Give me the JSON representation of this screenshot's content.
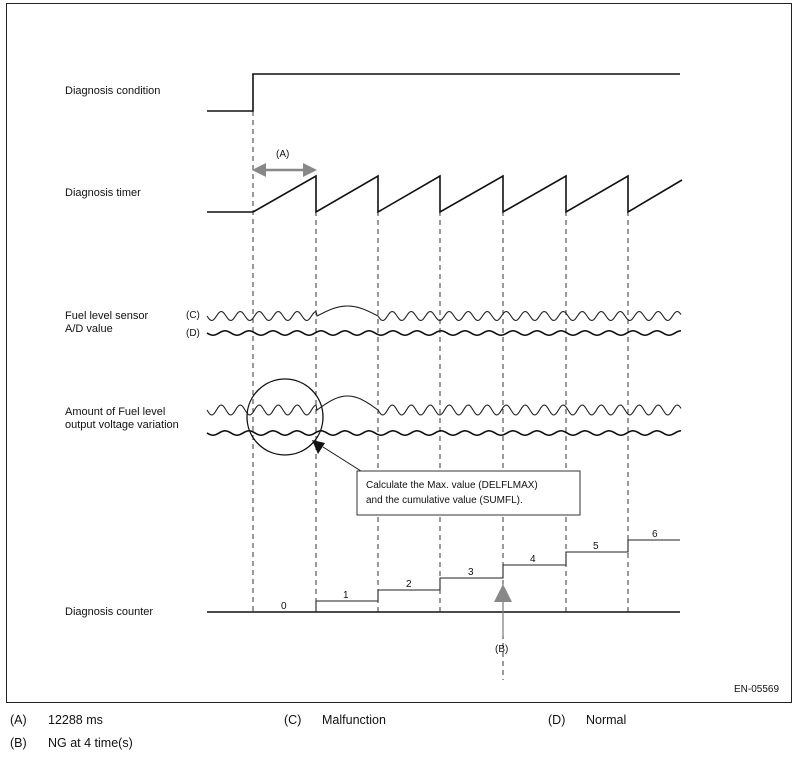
{
  "signals": {
    "diagnosis_condition": "Diagnosis condition",
    "diagnosis_timer": "Diagnosis timer",
    "fuel_sensor_line1": "Fuel level sensor",
    "fuel_sensor_line2": "A/D value",
    "variation_line1": "Amount of Fuel level",
    "variation_line2": "output voltage variation",
    "diagnosis_counter": "Diagnosis counter"
  },
  "markers": {
    "a": "(A)",
    "b": "(B)",
    "c": "(C)",
    "d": "(D)"
  },
  "callout": {
    "line1": "Calculate the Max. value (DELFLMAX)",
    "line2": "and the cumulative value (SUMFL)."
  },
  "counter_steps": [
    "0",
    "1",
    "2",
    "3",
    "4",
    "5",
    "6"
  ],
  "figure_code": "EN-05569",
  "legend": [
    {
      "key": "(A)",
      "text": "12288 ms"
    },
    {
      "key": "(B)",
      "text": "NG at 4 time(s)"
    },
    {
      "key": "(C)",
      "text": "Malfunction"
    },
    {
      "key": "(D)",
      "text": "Normal"
    }
  ]
}
